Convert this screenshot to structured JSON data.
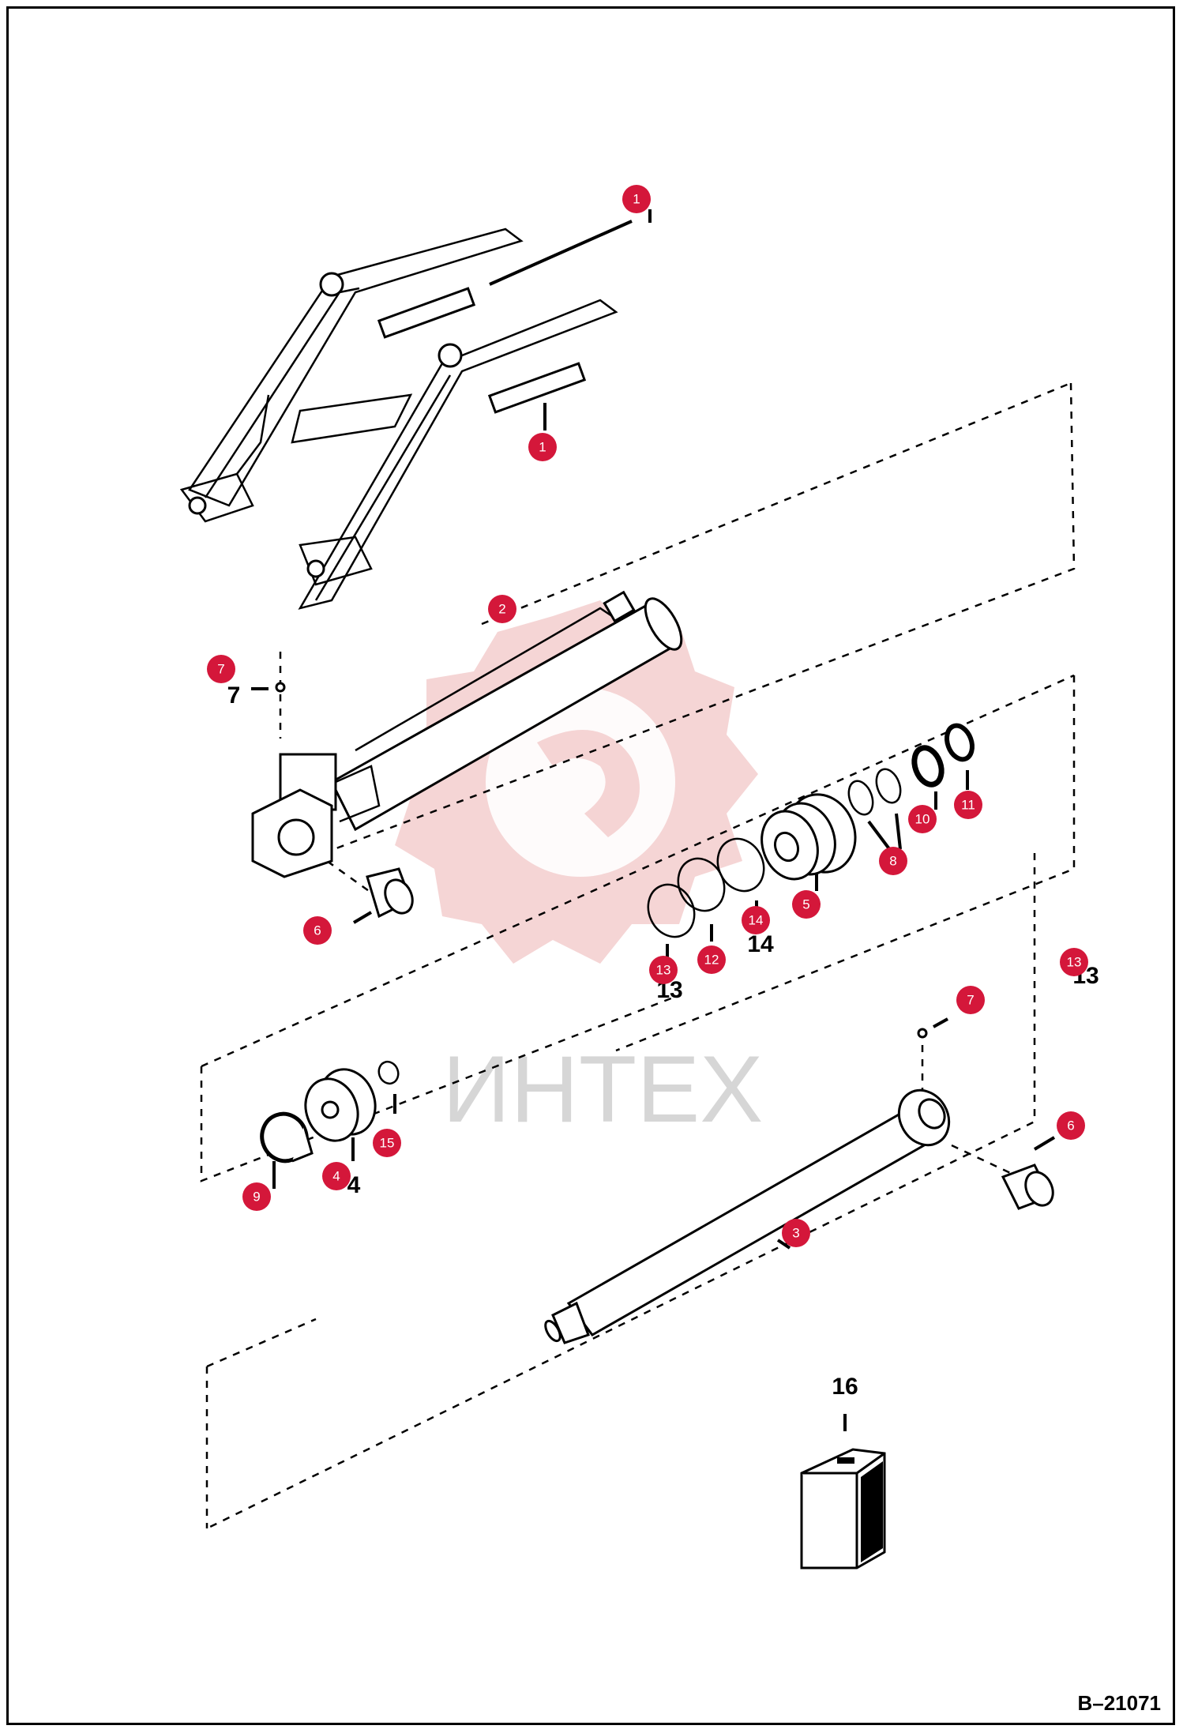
{
  "watermark": {
    "text": "ИНТЕХ"
  },
  "figure_id": "B–21071",
  "bold_labels": {
    "l7": "7",
    "l14": "14",
    "l13": "13",
    "l4": "4",
    "l16": "16",
    "l13b": "13"
  },
  "callouts": [
    {
      "id": "c1a",
      "label": "1"
    },
    {
      "id": "c1b",
      "label": "1"
    },
    {
      "id": "c2",
      "label": "2"
    },
    {
      "id": "c7a",
      "label": "7"
    },
    {
      "id": "c6a",
      "label": "6"
    },
    {
      "id": "c5",
      "label": "5"
    },
    {
      "id": "c8",
      "label": "8"
    },
    {
      "id": "c10",
      "label": "10"
    },
    {
      "id": "c11",
      "label": "11"
    },
    {
      "id": "c14",
      "label": "14"
    },
    {
      "id": "c12",
      "label": "12"
    },
    {
      "id": "c13a",
      "label": "13"
    },
    {
      "id": "c13b",
      "label": "13"
    },
    {
      "id": "c7b",
      "label": "7"
    },
    {
      "id": "c6b",
      "label": "6"
    },
    {
      "id": "c15",
      "label": "15"
    },
    {
      "id": "c4",
      "label": "4"
    },
    {
      "id": "c9",
      "label": "9"
    },
    {
      "id": "c3",
      "label": "3"
    }
  ],
  "colors": {
    "callout": "#d4173a",
    "line": "#000000",
    "watermark": "#f2c7c7"
  }
}
